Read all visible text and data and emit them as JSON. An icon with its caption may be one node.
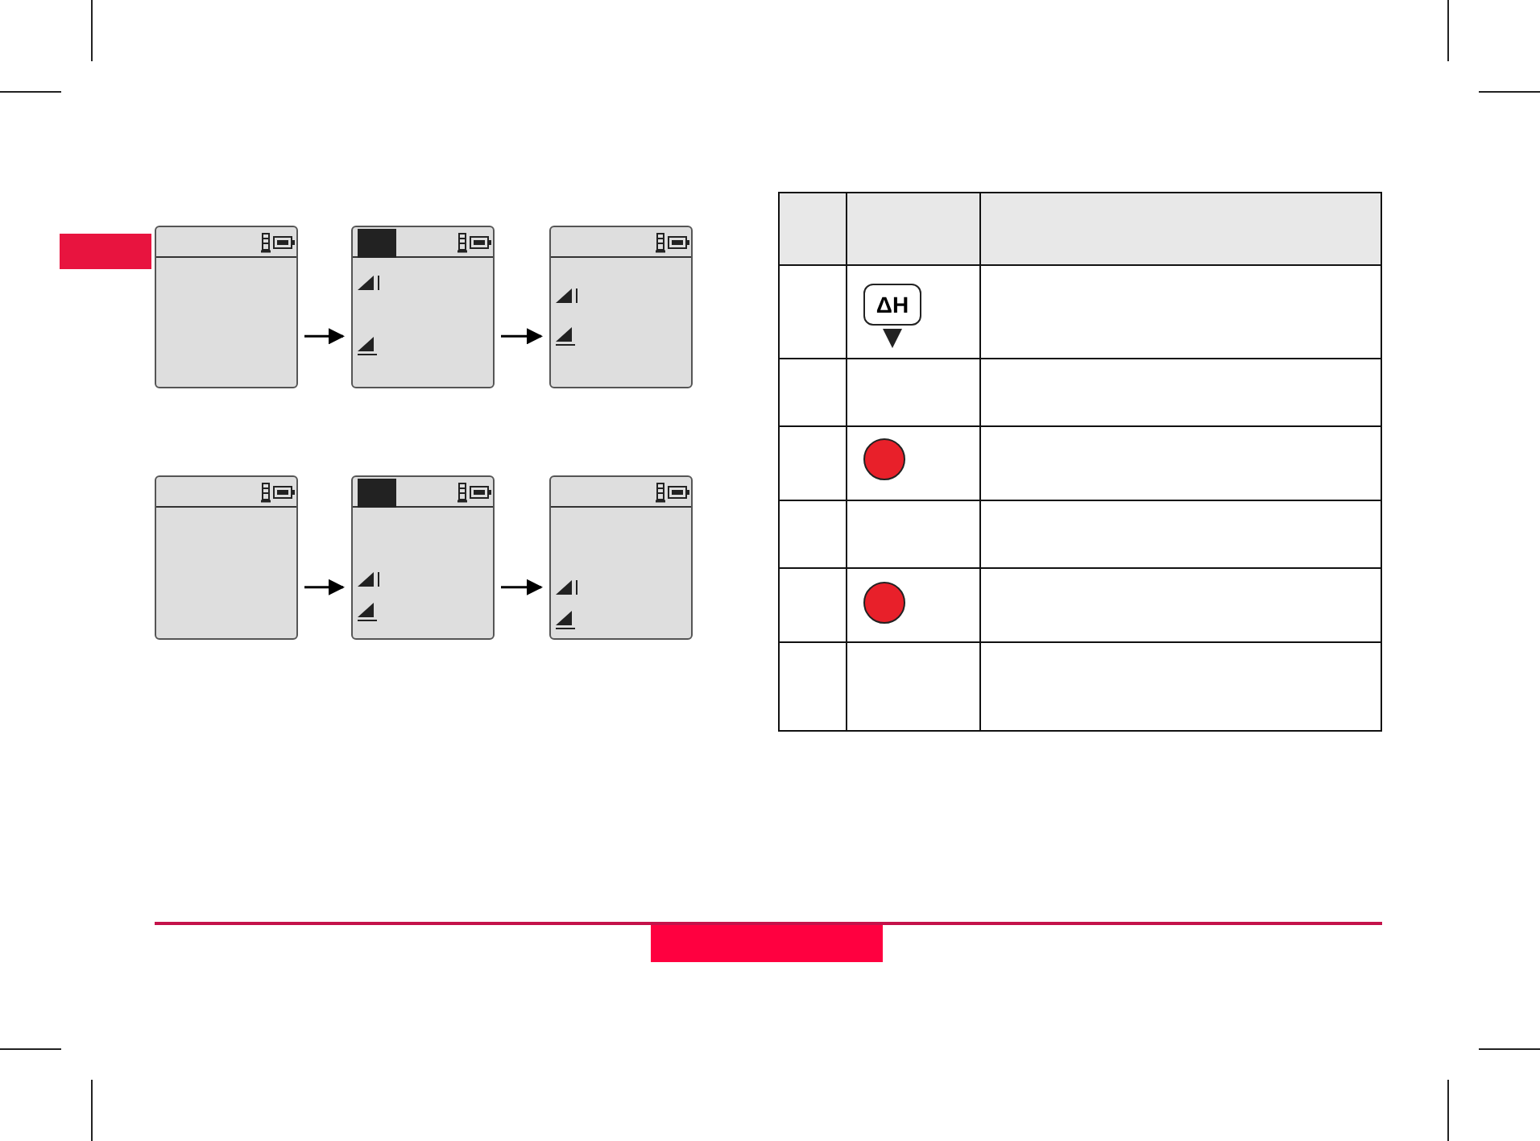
{
  "diagram": {
    "nodes": [
      {
        "text": [],
        "shape": "box"
      },
      {
        "text": [],
        "shape": "box"
      },
      {
        "text": [],
        "shape": "box"
      },
      {
        "text": [],
        "shape": "box"
      },
      {
        "text": [],
        "shape": "box"
      },
      {
        "text": [],
        "shape": "box"
      }
    ],
    "edges": [
      {
        "from": 0,
        "to": 1,
        "arrow": "to"
      },
      {
        "from": 1,
        "to": 2,
        "arrow": "to"
      },
      {
        "from": 3,
        "to": 4,
        "arrow": "to"
      },
      {
        "from": 4,
        "to": 5,
        "arrow": "to"
      }
    ],
    "labels": [
      "ΔH"
    ]
  }
}
